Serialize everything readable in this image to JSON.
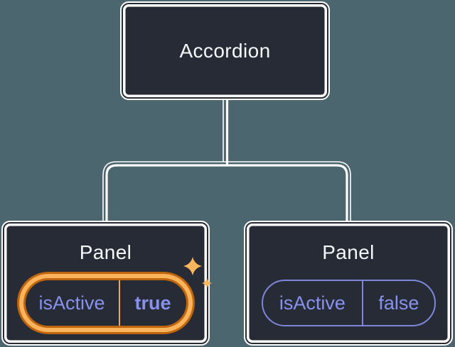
{
  "colors": {
    "background": "#4C6670",
    "node_fill": "#262B36",
    "line": "#FFFFFF",
    "title_text": "#F6F7F9",
    "prop_text": "#8891EC",
    "pill_border_inactive": "#7E86DB",
    "highlight_dark": "#BE650E",
    "highlight_light": "#FBB45C",
    "highlight_divider": "#F0A950",
    "sparkle": "#F7B55C"
  },
  "tree": {
    "root": {
      "label": "Accordion"
    },
    "children": [
      {
        "label": "Panel",
        "prop_name": "isActive",
        "prop_value": "true",
        "state": "active",
        "icon": "sparkle-icon"
      },
      {
        "label": "Panel",
        "prop_name": "isActive",
        "prop_value": "false",
        "state": "inactive"
      }
    ]
  }
}
